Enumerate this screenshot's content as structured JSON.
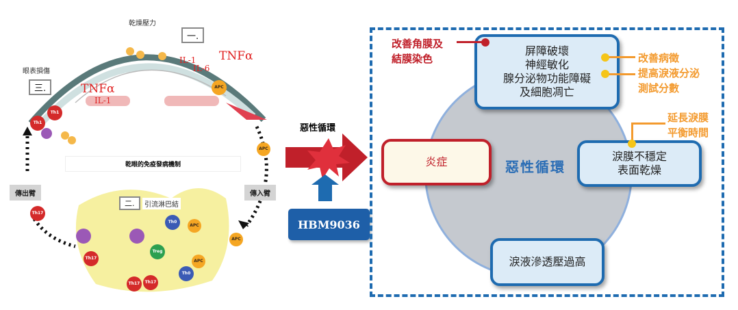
{
  "left_diagram": {
    "stress_label": "乾燥壓力",
    "step1": "一.",
    "step2": "二.",
    "step3": "三.",
    "ocular_damage": "眼表損傷",
    "tnf_right": "TNFα",
    "il1_right": "IL-1",
    "il6_right": "IL-6",
    "tnf_left": "TNFα",
    "il1_left": "IL-1",
    "title": "乾眼的免疫發病機制",
    "efferent": "傳出臂",
    "afferent": "傳入臂",
    "lymph_node": "引流淋巴結",
    "cells": {
      "apc": "APC",
      "th1": "Th1",
      "th17": "Th17",
      "treg": "Treg",
      "th0": "Th0"
    }
  },
  "middle": {
    "cycle_label": "惡性循環",
    "drug_button": "HBM9036"
  },
  "right_diagram": {
    "center_label": "惡性循環",
    "top_box": [
      "屏障破壞",
      "神經敏化",
      "腺分泌物功能障礙",
      "及細胞凋亡"
    ],
    "left_box": "炎症",
    "right_box": [
      "淚膜不穩定",
      "表面乾燥"
    ],
    "bottom_box": "淚液滲透壓過高",
    "red_note": [
      "改善角膜及",
      "結膜染色"
    ],
    "orange_note_1": [
      "改善病徵",
      "提高淚液分泌",
      "測試分數"
    ],
    "orange_note_2": [
      "延長淚膜",
      "平衡時間"
    ],
    "colors": {
      "blue": "#1e6bb0",
      "red": "#c0202a",
      "orange": "#f39a2e",
      "yellow": "#f5c518"
    }
  }
}
